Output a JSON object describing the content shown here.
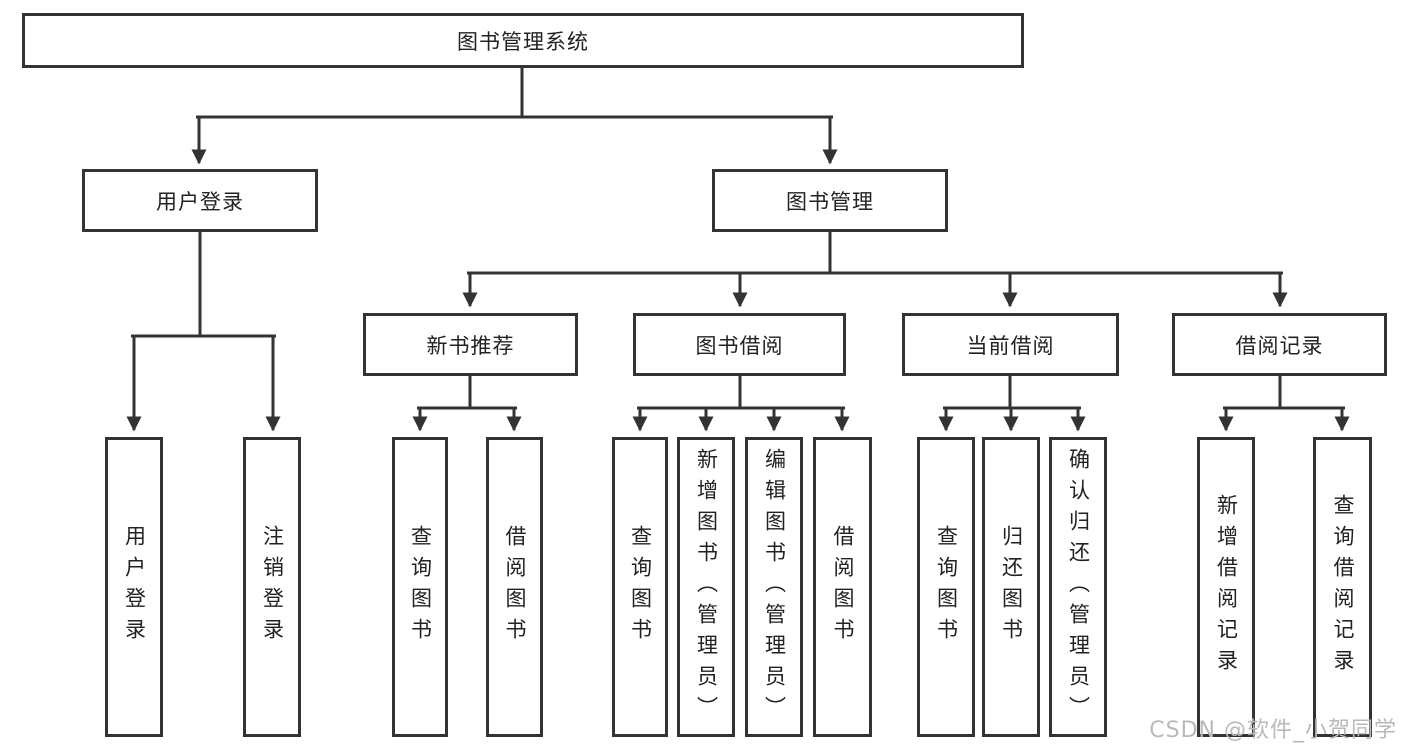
{
  "tree": {
    "root": "图书管理系统",
    "children": [
      {
        "label": "用户登录",
        "children": [
          {
            "label": "用户登录"
          },
          {
            "label": "注销登录"
          }
        ]
      },
      {
        "label": "图书管理",
        "children": [
          {
            "label": "新书推荐",
            "children": [
              {
                "label": "查询图书"
              },
              {
                "label": "借阅图书"
              }
            ]
          },
          {
            "label": "图书借阅",
            "children": [
              {
                "label": "查询图书"
              },
              {
                "label": "新增图书（管理员）"
              },
              {
                "label": "编辑图书（管理员）"
              },
              {
                "label": "借阅图书"
              }
            ]
          },
          {
            "label": "当前借阅",
            "children": [
              {
                "label": "查询图书"
              },
              {
                "label": "归还图书"
              },
              {
                "label": "确认归还（管理员）"
              }
            ]
          },
          {
            "label": "借阅记录",
            "children": [
              {
                "label": "新增借阅记录"
              },
              {
                "label": "查询借阅记录"
              }
            ]
          }
        ]
      }
    ]
  },
  "watermark": "CSDN @软件_小贺同学",
  "colors": {
    "line": "#333333",
    "text": "#222222",
    "watermark": "#b9b9b9",
    "background": "#ffffff"
  }
}
